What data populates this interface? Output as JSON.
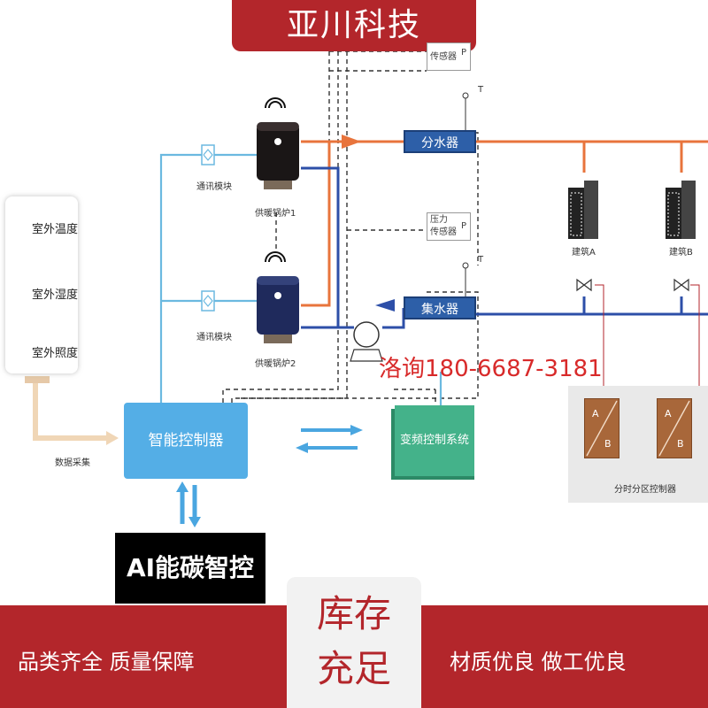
{
  "banner": {
    "brand": "亚川科技"
  },
  "sensors": [
    {
      "label": "室外温度",
      "icon": "thermometer-icon"
    },
    {
      "label": "室外湿度",
      "icon": "water-drop-icon"
    },
    {
      "label": "室外照度",
      "icon": "sun-icon"
    }
  ],
  "sensor_flow_label": "数据采集",
  "controller_label": "智能控制器",
  "vfd_label": "变频控制系统",
  "comm_modules": [
    "通讯模块",
    "通讯模块"
  ],
  "boilers": [
    "供暖锅炉1",
    "供暖锅炉2"
  ],
  "manifolds": {
    "supply": "分水器",
    "return": "集水器"
  },
  "pressure_sensors": [
    {
      "line1": "传感器",
      "mark": "P"
    },
    {
      "line1": "压力",
      "line2": "传感器",
      "mark": "P"
    }
  ],
  "temp_marks": [
    "T",
    "T"
  ],
  "buildings": [
    "建筑A",
    "建筑B"
  ],
  "zone_controller": {
    "label": "分时分区控制器",
    "box_text": [
      "A",
      "B"
    ]
  },
  "ai_badge": "AI能碳智控",
  "consult": "洛询180-6687-3181",
  "bottom": {
    "left": "品类齐全  质量保障",
    "right": "材质优良  做工优良",
    "stock_line1": "库存",
    "stock_line2": "充足"
  },
  "colors": {
    "brand_red": "#b3262b",
    "supply_pipe": "#e8743c",
    "return_pipe": "#2d4fa8",
    "signal_line": "#6bb9e0",
    "controller": "#54aee6",
    "vfd": "#44b28a",
    "zone_box": "#a8673a"
  }
}
